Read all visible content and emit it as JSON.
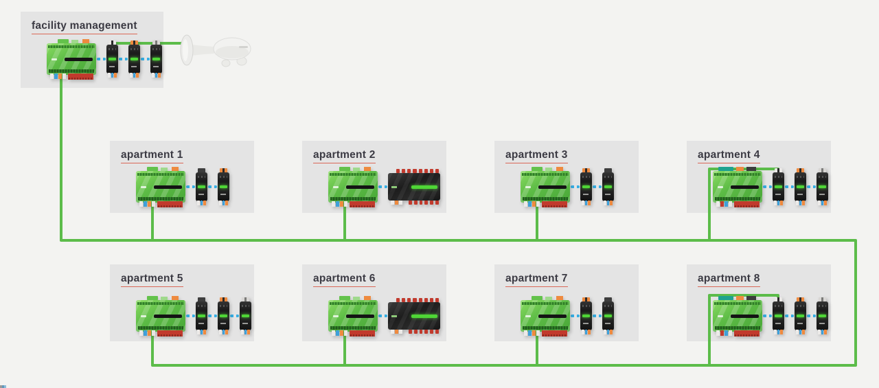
{
  "colors": {
    "page_bg": "#f3f3f1",
    "panel_bg": "#e4e4e4",
    "cable_green": "#5cbc4a",
    "link_blue": "#35aee4",
    "label_text": "#3b3a43",
    "label_underline": "#d96757",
    "controller_green": "#5cbb45",
    "module_black": "#1f1f1f",
    "terminal_orange": "#ee8a3f",
    "terminal_red": "#c13a2d",
    "terminal_blue": "#3fa0d9",
    "led_green": "#4fd636",
    "antenna_white": "#f1f1ef"
  },
  "facility": {
    "label": "facility management",
    "devices": [
      "miniserver",
      "module:white",
      "module:orange",
      "module:gray"
    ]
  },
  "apartments": [
    {
      "label": "apartment 1",
      "devices": [
        "miniserver",
        "module:dark",
        "module:orange"
      ]
    },
    {
      "label": "apartment 2",
      "devices": [
        "miniserver",
        "extension"
      ]
    },
    {
      "label": "apartment 3",
      "devices": [
        "miniserver",
        "module:orange",
        "module:dark"
      ]
    },
    {
      "label": "apartment 4",
      "devices": [
        "miniserver2",
        "module:white",
        "module:orange",
        "module:gray"
      ]
    },
    {
      "label": "apartment 5",
      "devices": [
        "miniserver",
        "module:dark",
        "module:orange",
        "module:gray"
      ]
    },
    {
      "label": "apartment 6",
      "devices": [
        "miniserver",
        "extension"
      ]
    },
    {
      "label": "apartment 7",
      "devices": [
        "miniserver",
        "module:orange",
        "module:dark"
      ]
    },
    {
      "label": "apartment 8",
      "devices": [
        "miniserver2",
        "module:white",
        "module:orange",
        "module:gray"
      ]
    }
  ],
  "antenna": {
    "name": "air-base-antenna"
  }
}
